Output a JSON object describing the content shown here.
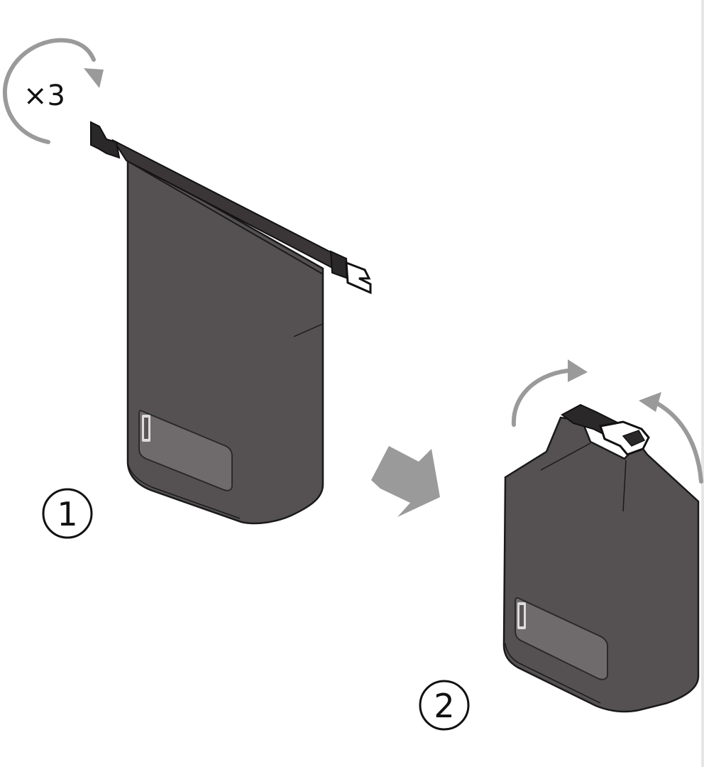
{
  "figure": {
    "roll_count_label": "×3",
    "steps": [
      {
        "number": "1"
      },
      {
        "number": "2"
      }
    ]
  },
  "colors": {
    "bag_fill": "#555152",
    "bag_outline": "#1a1a1a",
    "window_fill": "#6f6b6c",
    "window_outline": "#2a2a2a",
    "arrow_gray": "#9a9a9a",
    "strap_fill": "#3a3637",
    "background": "#ffffff"
  },
  "icons": [
    "rotate-arrow-icon",
    "flow-arrow-icon",
    "curl-arrow-icon",
    "buckle-icon"
  ]
}
